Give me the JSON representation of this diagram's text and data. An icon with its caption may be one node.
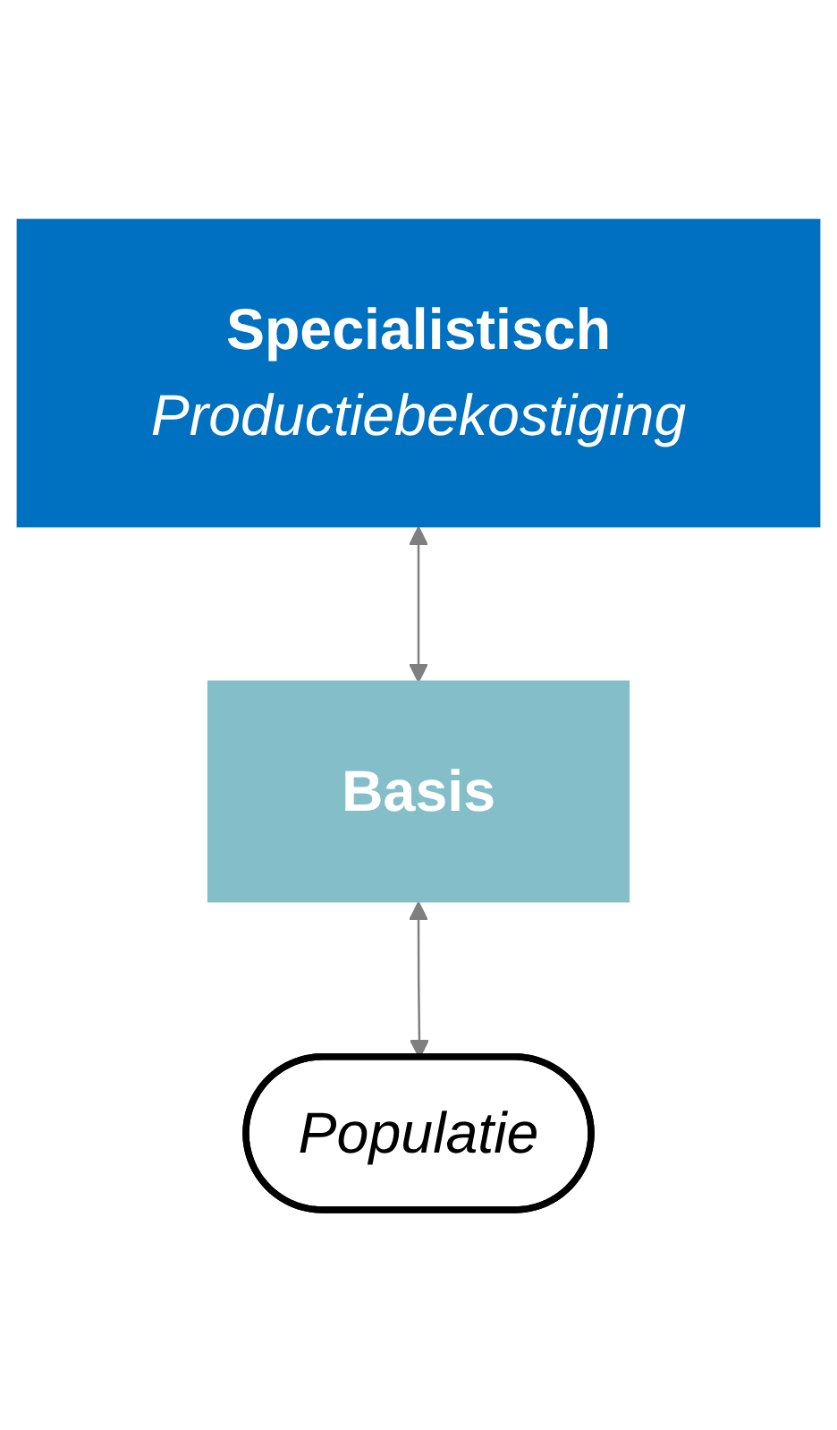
{
  "diagram": {
    "nodes": [
      {
        "text": [
          "Specialistisch",
          "Productiebekostiging"
        ]
      },
      {
        "text": [
          "Basis"
        ]
      },
      {
        "text": [
          "Populatie"
        ]
      }
    ],
    "edges": [
      {
        "from": 0,
        "to": 1,
        "arrow": "both"
      },
      {
        "from": 1,
        "to": 2,
        "arrow": "both"
      }
    ]
  }
}
